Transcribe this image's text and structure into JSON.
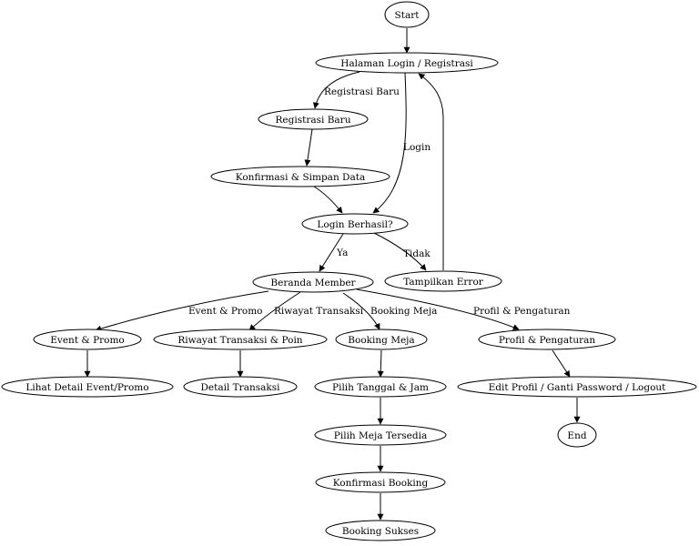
{
  "nodes": {
    "start": "Start",
    "login_page": "Halaman Login / Registrasi",
    "register": "Registrasi Baru",
    "confirm_save": "Konfirmasi & Simpan Data",
    "login_ok": "Login Berhasil?",
    "show_error": "Tampilkan Error",
    "member_home": "Beranda Member",
    "event_promo": "Event & Promo",
    "tx_history": "Riwayat Transaksi & Poin",
    "booking": "Booking Meja",
    "profile": "Profil & Pengaturan",
    "event_detail": "Lihat Detail Event/Promo",
    "tx_detail": "Detail Transaksi",
    "pick_datetime": "Pilih Tanggal & Jam",
    "pick_table": "Pilih Meja Tersedia",
    "confirm_booking": "Konfirmasi Booking",
    "booking_success": "Booking Sukses",
    "edit_profile": "Edit Profil / Ganti Password / Logout",
    "end": "End"
  },
  "edge_labels": {
    "register": "Registrasi Baru",
    "login": "Login",
    "yes": "Ya",
    "no": "Tidak",
    "event_promo": "Event & Promo",
    "tx_history": "Riwayat Transaksi",
    "booking": "Booking Meja",
    "profile": "Profil & Pengaturan"
  }
}
